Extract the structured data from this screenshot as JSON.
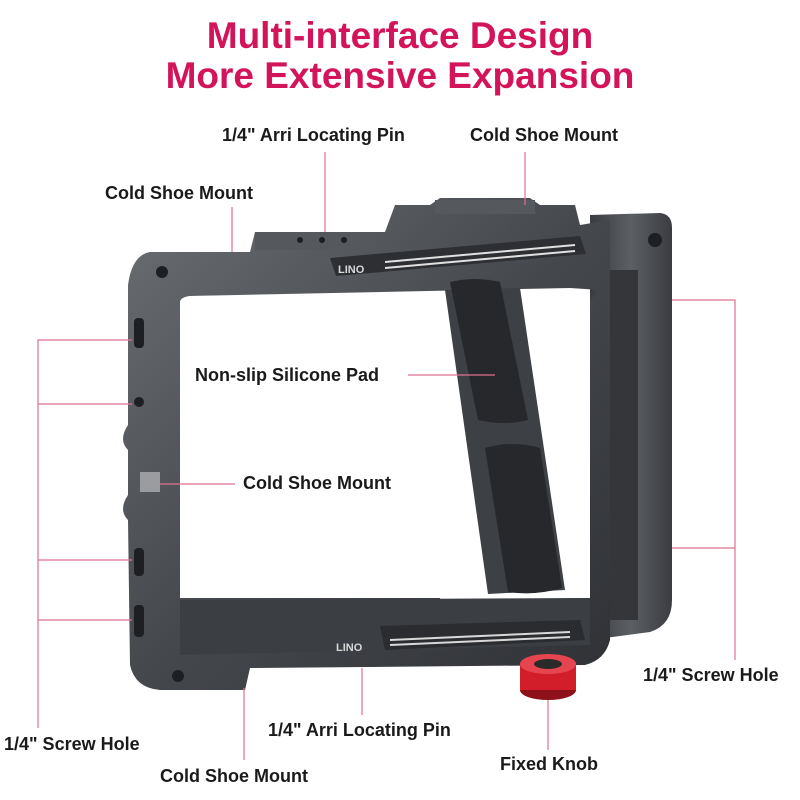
{
  "title": {
    "line1": "Multi-interface Design",
    "line2": "More Extensive Expansion"
  },
  "labels": {
    "arri_top": "1/4\" Arri Locating Pin",
    "cold_shoe_top_right": "Cold Shoe Mount",
    "cold_shoe_top_left": "Cold Shoe Mount",
    "silicone_pad": "Non-slip Silicone Pad",
    "cold_shoe_side": "Cold Shoe Mount",
    "screw_hole_right": "1/4\" Screw Hole",
    "arri_bottom": "1/4\" Arri Locating Pin",
    "screw_hole_left": "1/4\" Screw Hole",
    "fixed_knob": "Fixed Knob",
    "cold_shoe_bottom": "Cold Shoe Mount"
  },
  "brand": {
    "logo_text_top": "LINO",
    "logo_text_bottom": "LINO"
  },
  "colors": {
    "title": "#d4145a",
    "leader_line": "#e07090",
    "knob": "#d21e2b",
    "cage": "#4a4d52"
  }
}
